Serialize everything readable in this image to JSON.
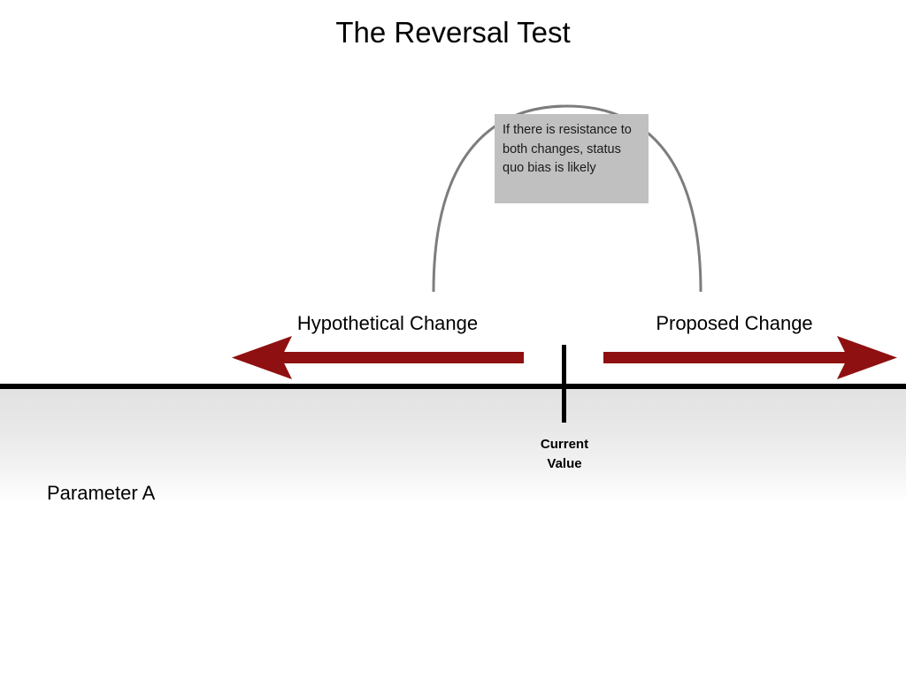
{
  "slide": {
    "title": "The Reversal Test",
    "background_color": "#ffffff"
  },
  "axis": {
    "parameter_label": "Parameter A",
    "line_color": "#000000",
    "band_top_color": "#e2e2e2",
    "band_bottom_color": "#ffffff"
  },
  "center_marker": {
    "label_line1": "Current",
    "label_line2": "Value",
    "tick_color": "#000000"
  },
  "arrows": {
    "color": "#8f1010",
    "left": {
      "label": "Hypothetical Change",
      "direction": "left"
    },
    "right": {
      "label": "Proposed Change",
      "direction": "right"
    }
  },
  "callout": {
    "text": "If there is resistance to both changes, status quo bias is likely",
    "background_color": "#c0c0c0",
    "text_color": "#1a1a1a"
  },
  "connector_arc": {
    "color": "#7d7d7d",
    "stroke_width": 3
  }
}
